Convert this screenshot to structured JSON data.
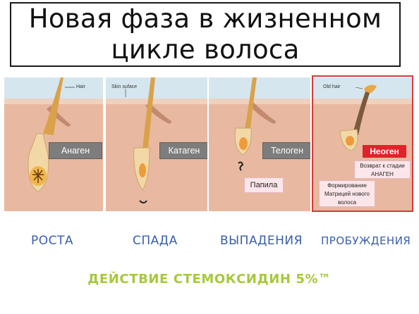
{
  "title": {
    "line1": "Новая фаза в жизненном",
    "line2": "цикле волоса"
  },
  "panels": {
    "p1": {
      "stage": "Анаген",
      "note_hair": "Hair"
    },
    "p2": {
      "stage": "Катаген",
      "note_skin": "Skin suface"
    },
    "p3": {
      "stage": "Телоген",
      "papilla": "Папила"
    },
    "p4": {
      "stage": "Неоген",
      "note_old": "Old hair",
      "return_text": "Возврат к стадии АНАГЕН",
      "formation_text": "Формирование Матрицей нового волоса"
    }
  },
  "phases": [
    "РОСТА",
    "СПАДА",
    "ВЫПАДЕНИЯ",
    "ПРОБУЖДЕНИЯ"
  ],
  "action": "ДЕЙСТВИЕ СТЕМОКСИДИН 5%™",
  "colors": {
    "frame": "#d63a3a",
    "phase_text": "#3a5ea8",
    "action_text": "#a7c83b",
    "neogen_badge": "#e0222a"
  }
}
